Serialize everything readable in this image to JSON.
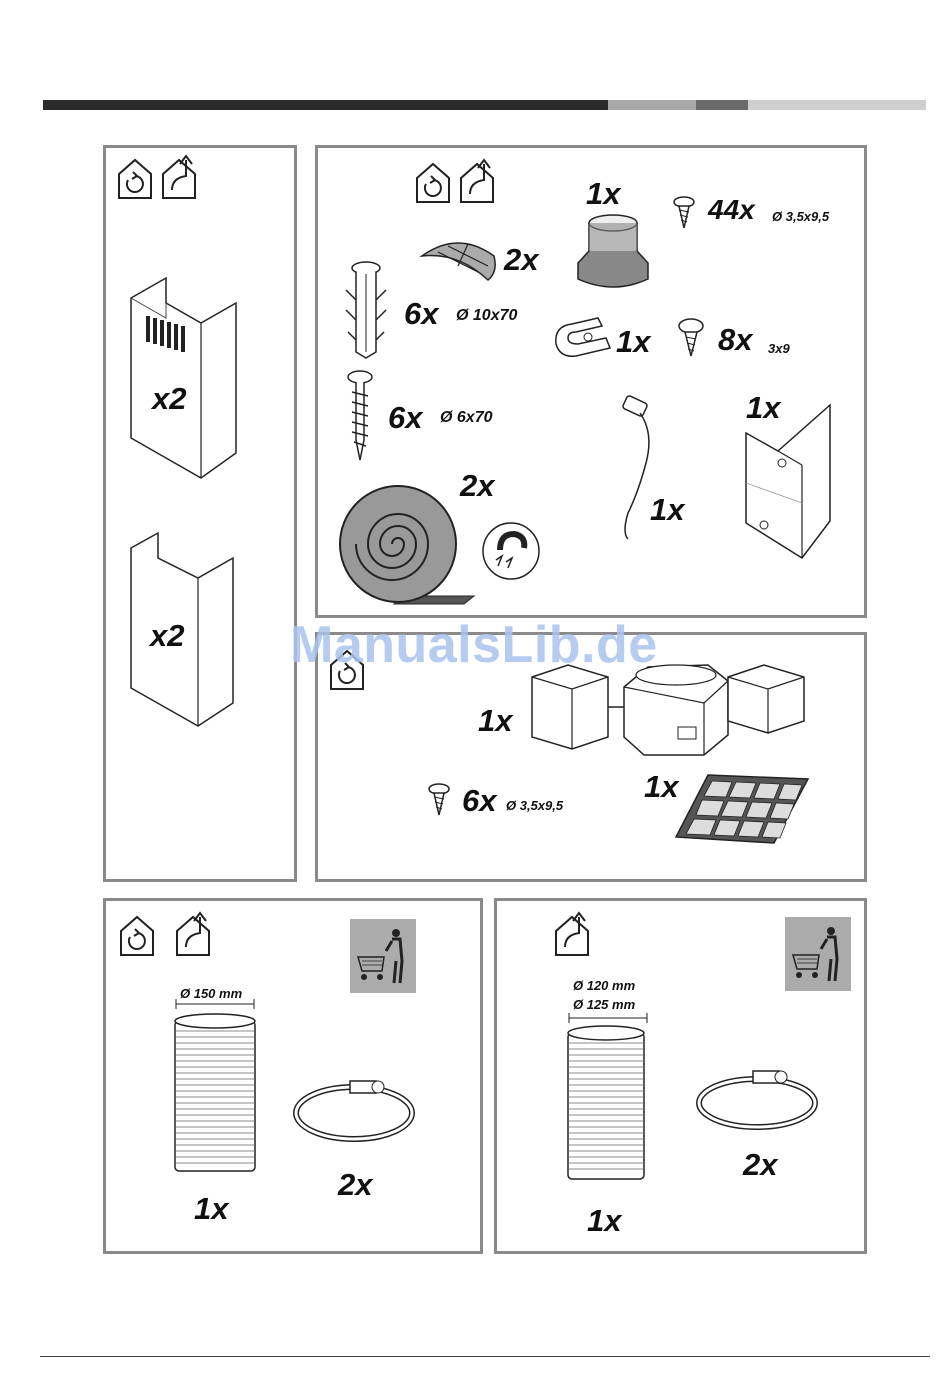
{
  "watermark": "ManualsLib.de",
  "panel_left": {
    "top_qty": "x2",
    "bottom_qty": "x2"
  },
  "panel_top": {
    "adapter_qty": "1x",
    "screw_qty": "44x",
    "screw_size": "Ø 3,5x9,5",
    "grid_qty": "2x",
    "plug_qty": "6x",
    "plug_size": "Ø 10x70",
    "clip_qty": "1x",
    "small_screw_qty": "8x",
    "small_screw_size": "3x9",
    "wood_screw_qty": "6x",
    "wood_screw_size": "Ø 6x70",
    "tape_qty": "2x",
    "cable_qty": "1x",
    "bracket_qty": "1x"
  },
  "panel_filter": {
    "filter_unit_qty": "1x",
    "screw_qty": "6x",
    "screw_size": "Ø 3,5x9,5",
    "filter_qty": "1x"
  },
  "panel_bl": {
    "diameter": "Ø 150 mm",
    "duct_qty": "1x",
    "clamp_qty": "2x"
  },
  "panel_br": {
    "diameter1": "Ø 120 mm",
    "diameter2": "Ø 125 mm",
    "duct_qty": "1x",
    "clamp_qty": "2x"
  }
}
